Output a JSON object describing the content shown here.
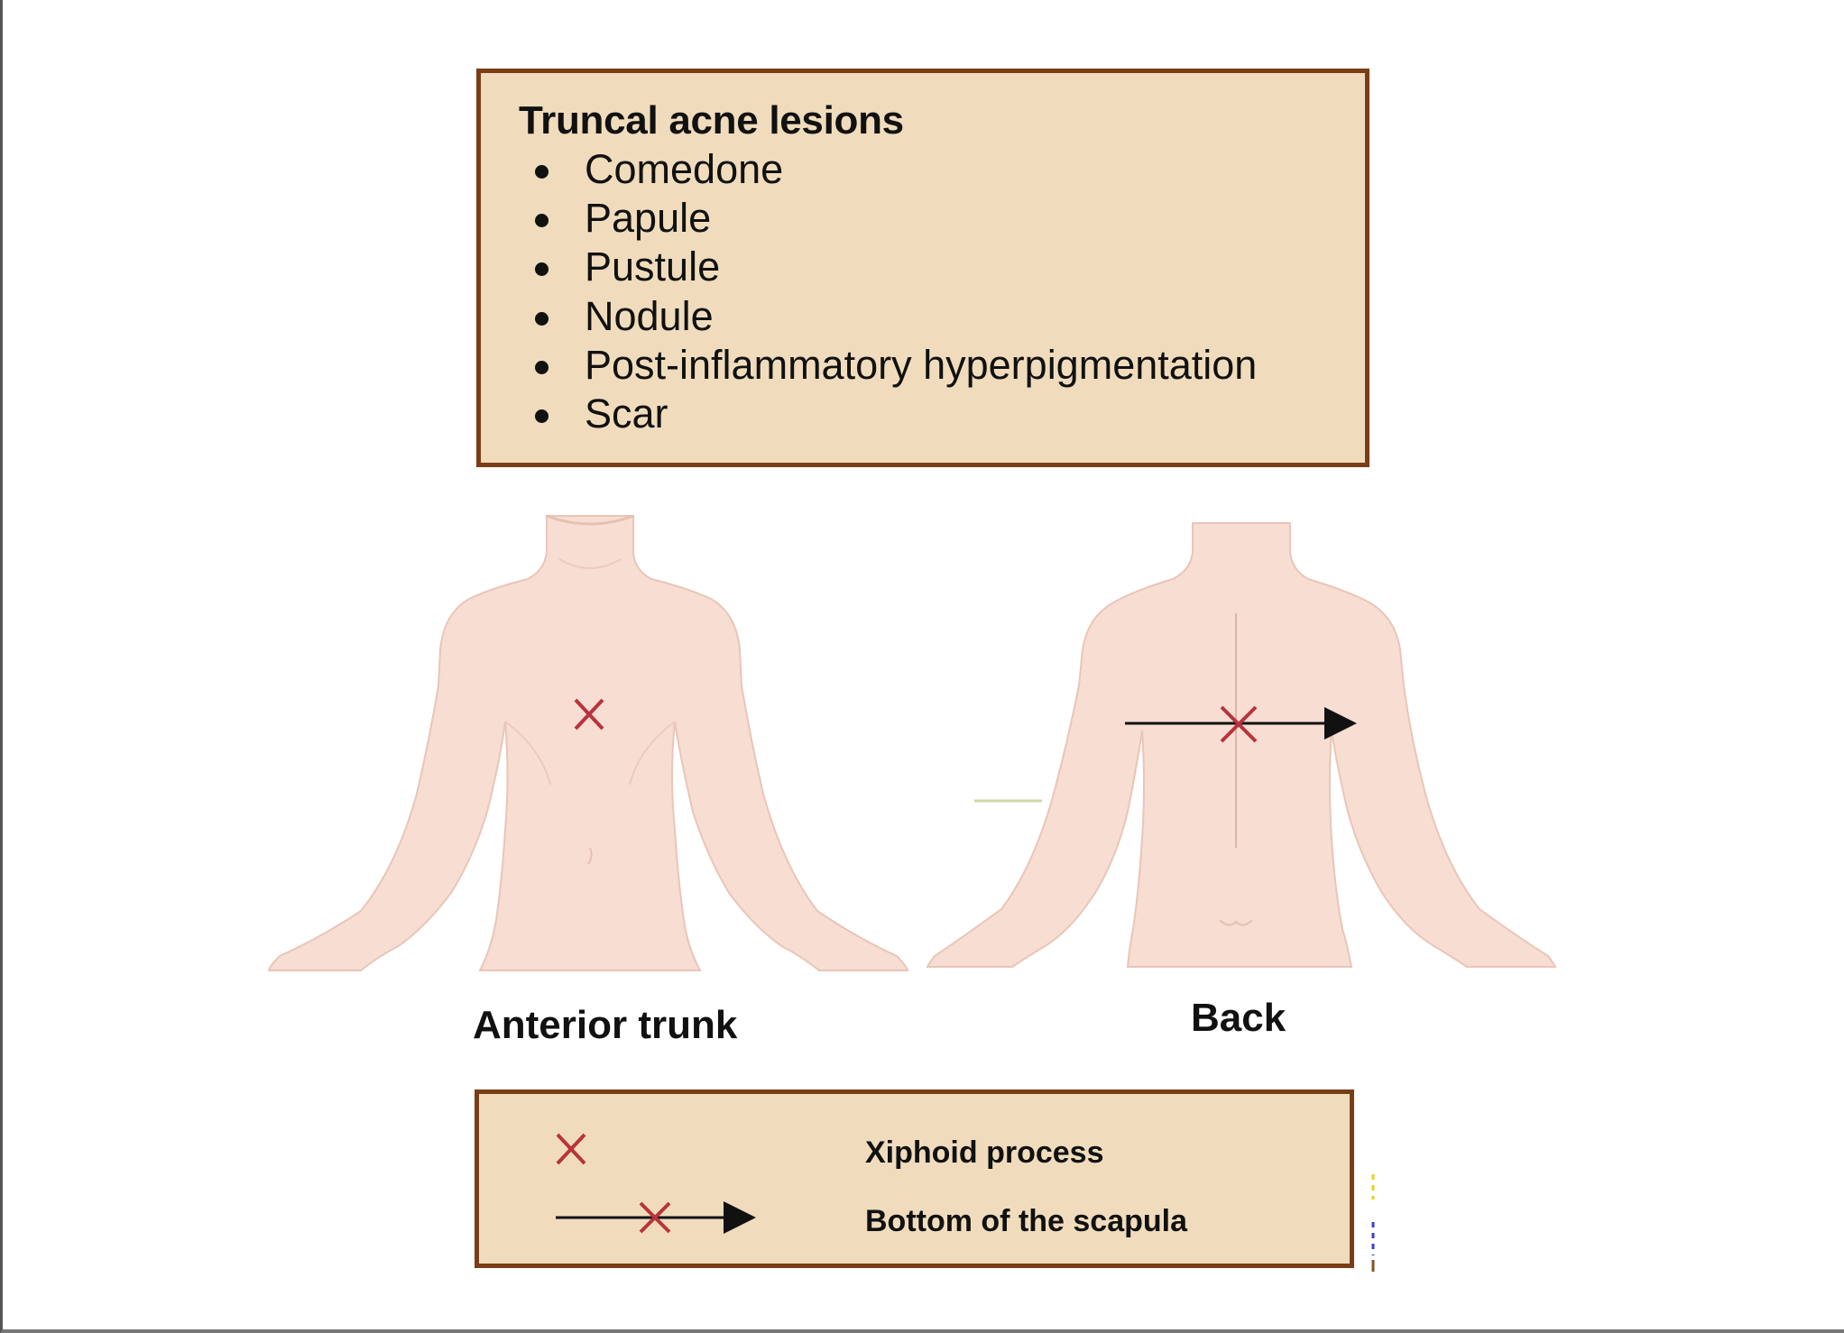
{
  "lesion_box": {
    "title": "Truncal acne lesions",
    "items": [
      {
        "label": "Comedone"
      },
      {
        "label": "Papule"
      },
      {
        "label": "Pustule"
      },
      {
        "label": "Nodule"
      },
      {
        "label": "Post-inflammatory hyperpigmentation"
      },
      {
        "label": "Scar"
      }
    ]
  },
  "figures": {
    "anterior_label": "Anterior trunk",
    "back_label": "Back"
  },
  "legend": {
    "xiphoid_label": "Xiphoid process",
    "scapula_label": "Bottom of the scapula"
  },
  "colors": {
    "box_fill": "#f0dcbc",
    "box_border": "#7a3e16",
    "skin": "#f7ddd2",
    "marker": "#b8333c"
  }
}
